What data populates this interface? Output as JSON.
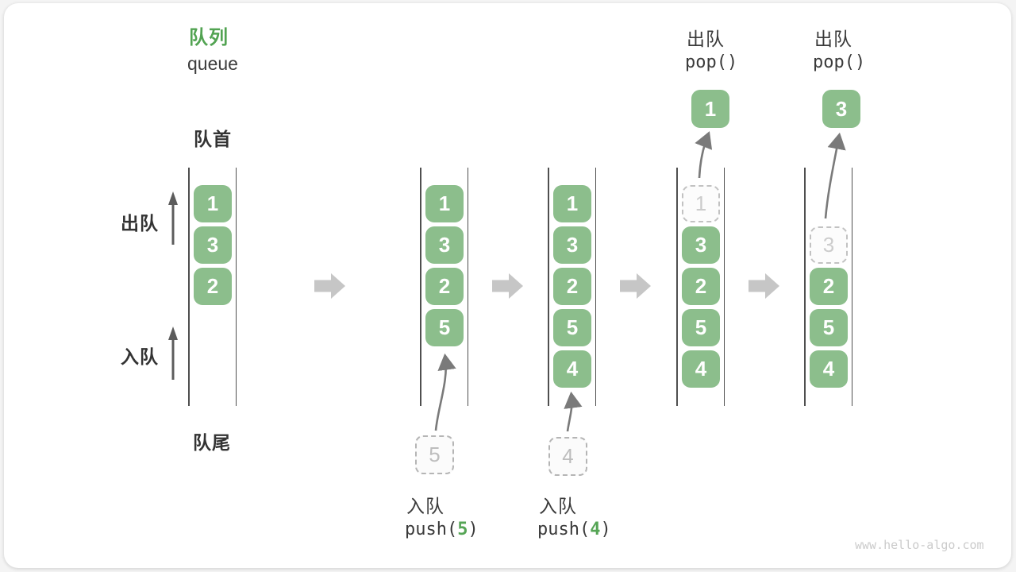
{
  "title": {
    "zh": "队列",
    "en": "queue"
  },
  "labels": {
    "front": "队首",
    "rear": "队尾",
    "dequeue_side": "出队",
    "enqueue_side": "入队"
  },
  "colors": {
    "box_green": "#8cbe8c",
    "title_green": "#52a352",
    "code_arg_green": "#56a556",
    "block_arrow_gray": "#c6c6c6",
    "thin_arrow_gray": "#7a7a7a",
    "rail_dark": "#4f4f4f"
  },
  "states": [
    {
      "name": "initial",
      "boxes": [
        "1",
        "3",
        "2"
      ]
    },
    {
      "name": "after-push-5",
      "boxes": [
        "1",
        "3",
        "2",
        "5"
      ],
      "incoming": "5"
    },
    {
      "name": "after-push-4",
      "boxes": [
        "1",
        "3",
        "2",
        "5",
        "4"
      ],
      "incoming": "4"
    },
    {
      "name": "pop-1",
      "ghost": "1",
      "boxes": [
        "3",
        "2",
        "5",
        "4"
      ],
      "popped": "1"
    },
    {
      "name": "pop-3",
      "ghost": "3",
      "boxes": [
        "2",
        "5",
        "4"
      ],
      "popped": "3"
    }
  ],
  "operations": {
    "push5": {
      "label": "入队",
      "fn": "push(",
      "arg": "5",
      "close": ")"
    },
    "push4": {
      "label": "入队",
      "fn": "push(",
      "arg": "4",
      "close": ")"
    },
    "pop1": {
      "label": "出队",
      "code": "pop()"
    },
    "pop2": {
      "label": "出队",
      "code": "pop()"
    }
  },
  "watermark": "www.hello-algo.com"
}
